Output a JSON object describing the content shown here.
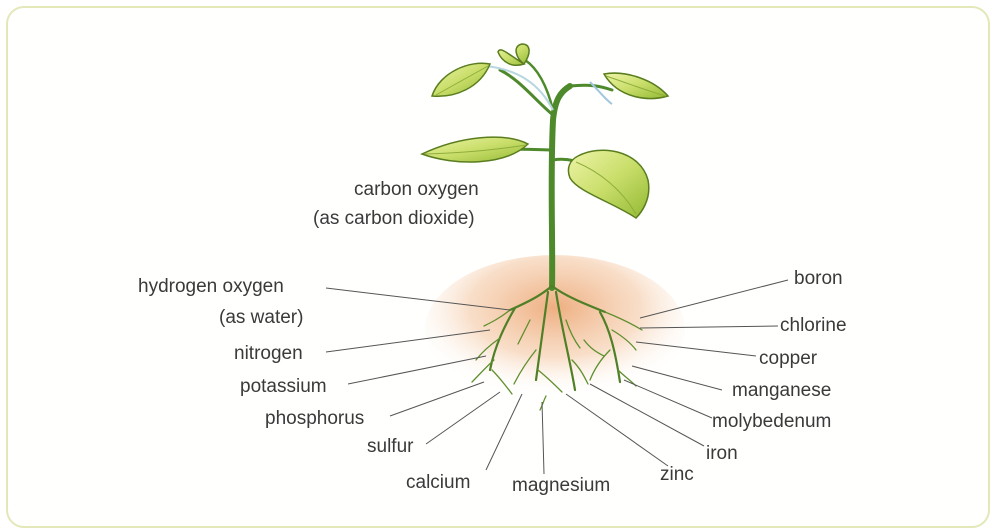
{
  "diagram": {
    "shoot_label": {
      "line1": "carbon oxygen",
      "line2": "(as carbon dioxide)"
    },
    "left_labels": {
      "hydrogen_oxygen_line1": "hydrogen oxygen",
      "hydrogen_oxygen_line2": "(as water)",
      "nitrogen": "nitrogen",
      "potassium": "potassium",
      "phosphorus": "phosphorus",
      "sulfur": "sulfur",
      "calcium": "calcium"
    },
    "bottom_labels": {
      "magnesium": "magnesium",
      "zinc": "zinc"
    },
    "right_labels": {
      "boron": "boron",
      "chlorine": "chlorine",
      "copper": "copper",
      "manganese": "manganese",
      "molybedenum": "molybedenum",
      "iron": "iron"
    },
    "colors": {
      "frame_border": "#e4e7b8",
      "soil": "#e9a06b",
      "stem": "#4e8a2c",
      "leaf_light": "#e8f09a",
      "leaf_dark": "#9cc23a",
      "label_text": "#3a3a3a"
    }
  }
}
